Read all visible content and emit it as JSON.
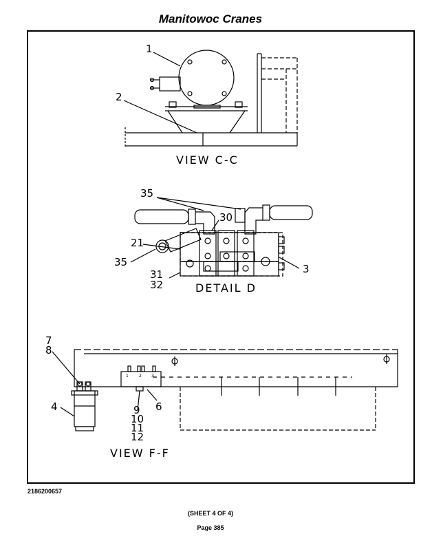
{
  "header": {
    "title": "Manitowoc Cranes"
  },
  "drawing": {
    "views": {
      "view_cc": "VIEW C-C",
      "detail_d": "DETAIL D",
      "view_ff": "VIEW F-F"
    },
    "callouts": {
      "c1": "1",
      "c2": "2",
      "c35a": "35",
      "c30": "30",
      "c21": "21",
      "c35b": "35",
      "c3": "3",
      "c31": "31",
      "c32": "32",
      "c7": "7",
      "c8": "8",
      "c4": "4",
      "c6": "6",
      "c9": "9",
      "c10": "10",
      "c11": "11",
      "c12": "12"
    },
    "terminal_numbers": {
      "t1": "1",
      "t2": "2",
      "t3": "3"
    }
  },
  "footer": {
    "doc_number": "2186200657",
    "sheet": "(SHEET 4 OF 4)",
    "page": "Page 385"
  }
}
